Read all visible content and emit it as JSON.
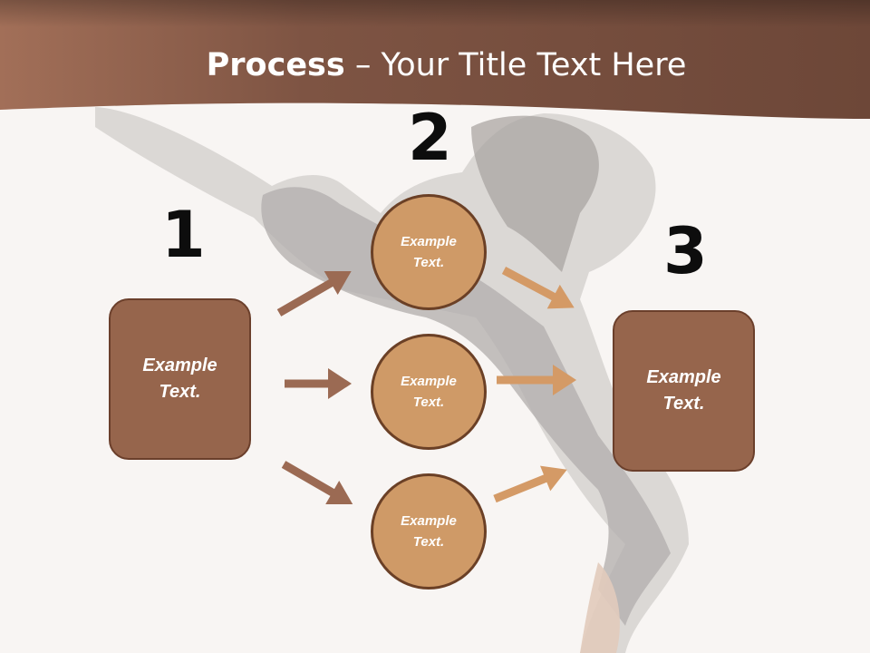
{
  "title": {
    "bold": "Process",
    "rest": " – Your Title Text Here"
  },
  "steps": {
    "n1": "1",
    "n2": "2",
    "n3": "3"
  },
  "nodes": {
    "left_box": [
      "Example",
      "Text."
    ],
    "circle_top": [
      "Example",
      "Text."
    ],
    "circle_middle": [
      "Example",
      "Text."
    ],
    "circle_bottom": [
      "Example",
      "Text."
    ],
    "right_box": [
      "Example",
      "Text."
    ]
  },
  "colors": {
    "banner": "#7e5242",
    "box_fill": "#96654c",
    "circle_fill": "#cf9a67",
    "arrow_left": "#9b6a53",
    "arrow_right": "#d49a66"
  }
}
